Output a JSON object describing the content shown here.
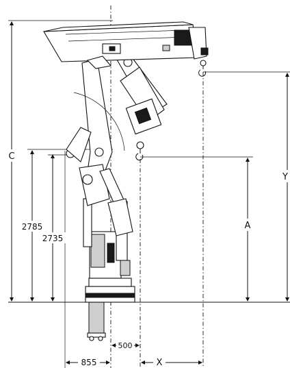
{
  "labels": {
    "c": "C",
    "y": "Y",
    "a": "A",
    "x": "X",
    "h2785": "2785",
    "h2735": "2735",
    "w500": "500",
    "w855": "855"
  }
}
